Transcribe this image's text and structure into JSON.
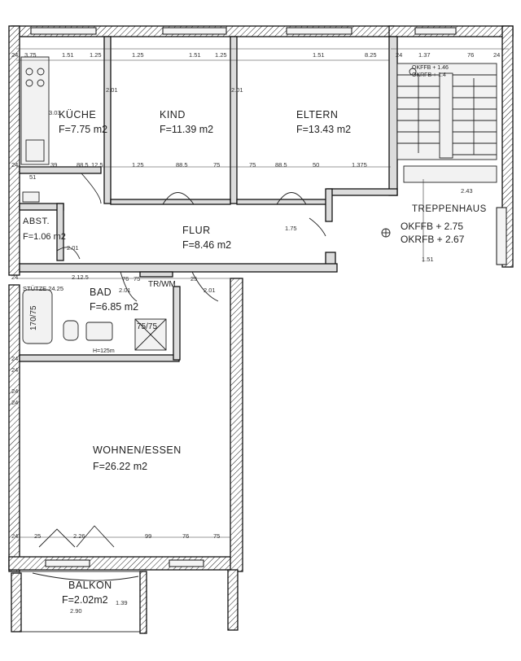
{
  "rooms": {
    "kueche": {
      "name": "KÜCHE",
      "area": "F=7.75 m2"
    },
    "kind": {
      "name": "KIND",
      "area": "F=11.39 m2"
    },
    "eltern": {
      "name": "ELTERN",
      "area": "F=13.43 m2"
    },
    "abst": {
      "name": "ABST.",
      "area": "F=1.06 m2"
    },
    "flur": {
      "name": "FLUR",
      "area": "F=8.46 m2"
    },
    "bad": {
      "name": "BAD",
      "area": "F=6.85 m2"
    },
    "wohnen": {
      "name": "WOHNEN/ESSEN",
      "area": "F=26.22 m2"
    },
    "balkon": {
      "name": "BALKON",
      "area": "F=2.02m2"
    }
  },
  "treppenhaus": {
    "name": "TREPPENHAUS",
    "okffb": "OKFFB + 2.75",
    "okrfb": "OKRFB + 2.67",
    "small_okffb": "OKFFB + 1.46",
    "small_okrfb": "OKRFB + 1.4"
  },
  "labels": {
    "tr_wm": "TR/WM",
    "stuetze": "STÜTZE 24.25",
    "tub": "170/75",
    "shower": "75/75",
    "h125": "H=125m"
  },
  "dims": {
    "top": [
      "24",
      "3.75",
      "1.51",
      "1.25",
      "1.25",
      "1.51",
      "1.25",
      "1.51",
      "8.25",
      "24",
      "1.37",
      "76",
      "24"
    ],
    "mid": [
      "24",
      "51",
      "39",
      "88.5",
      "12.5",
      "1.25",
      "88.5",
      "75",
      "75",
      "88.5",
      "50",
      "1.375"
    ],
    "bad": [
      "24",
      "2.12.5",
      "76",
      "75",
      "2.01",
      "25",
      "2.01"
    ],
    "bottom": [
      "24",
      "25",
      "2.26",
      "99",
      "76",
      "75"
    ],
    "side": [
      "3.03",
      "2.01",
      "2.01",
      "1.75",
      "2.01",
      "2.90",
      "1.39",
      "2.43",
      "1.51",
      "24",
      "24",
      "24",
      "24"
    ]
  }
}
